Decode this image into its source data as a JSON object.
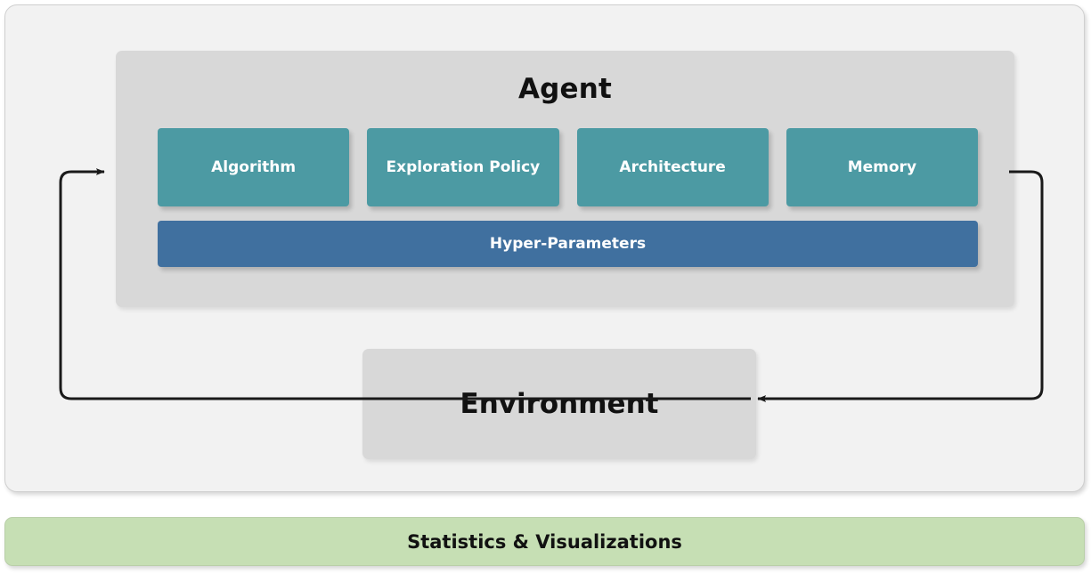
{
  "diagram": {
    "outer_panel": {
      "background_color": "#f2f2f2",
      "border_color": "#cfcfcf"
    },
    "agent": {
      "title": "Agent",
      "background_color": "#d8d8d8",
      "components": [
        {
          "label": "Algorithm"
        },
        {
          "label": "Exploration Policy"
        },
        {
          "label": "Architecture"
        },
        {
          "label": "Memory"
        }
      ],
      "component_color": "#4c9aa3",
      "hyper_parameters": {
        "label": "Hyper-Parameters",
        "color": "#40709f"
      }
    },
    "environment": {
      "label": "Environment",
      "background_color": "#d8d8d8"
    },
    "loop": {
      "left_arrow_name": "environment-to-agent-arrow",
      "right_arrow_name": "agent-to-environment-arrow",
      "stroke_color": "#1a1a1a"
    },
    "footer": {
      "label": "Statistics & Visualizations",
      "background_color": "#c6dfb4"
    }
  }
}
